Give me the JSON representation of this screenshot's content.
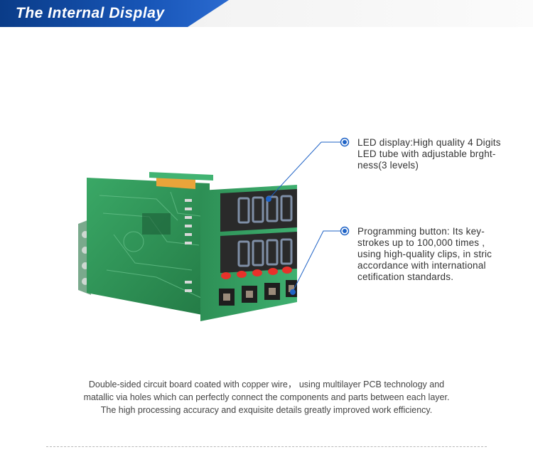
{
  "header": {
    "title": "The Internal Display"
  },
  "callouts": [
    {
      "lines": [
        "LED display:High quality 4 Digits",
        "LED tube with adjustable brght-",
        "ness(3 levels)"
      ]
    },
    {
      "lines": [
        "Programming button:  Its key-",
        "strokes up to 100,000 times ,",
        "using high-quality clips, in stric",
        "accordance with international",
        "cetification standards."
      ]
    }
  ],
  "description": {
    "lines": [
      "Double-sided circuit board coated with copper wire， using multilayer PCB technology and",
      "matallic via holes which can perfectly connect the components and parts between each layer.",
      "The high processing accuracy and exquisite details greatly improved work efficiency."
    ]
  },
  "colors": {
    "accent": "#1f63c6",
    "header_blue": "#0f4aa8",
    "pcb_green": "#2f9a5a",
    "led_red": "#e8312b"
  }
}
